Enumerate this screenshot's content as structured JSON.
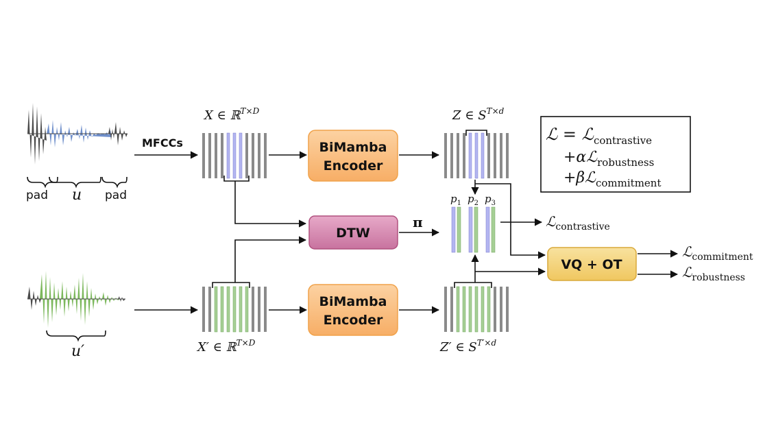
{
  "labels": {
    "mfccs": "MFCCs",
    "pad_left": "pad",
    "pad_right": "pad",
    "u": "u",
    "u_prime": "u′",
    "x_main": "X ∈ ℝ",
    "x_sup": "T×D",
    "xp_main": "X′ ∈ ℝ",
    "xp_sup": "T×D",
    "z_main": "Z ∈ S",
    "z_sup": "T×d",
    "zp_main": "Z′ ∈ S",
    "zp_sup": "T′×d",
    "pi": "π",
    "p1": "p",
    "p1_sub": "1",
    "p2": "p",
    "p2_sub": "2",
    "p3": "p",
    "p3_sub": "3",
    "loss_contrastive_L": "ℒ",
    "loss_contrastive_sub": "contrastive",
    "loss_commitment_L": "ℒ",
    "loss_commitment_sub": "commitment",
    "loss_robustness_L": "ℒ",
    "loss_robustness_sub": "robustness"
  },
  "boxes": {
    "encoder_top_line1": "BiMamba",
    "encoder_top_line2": "Encoder",
    "encoder_bottom_line1": "BiMamba",
    "encoder_bottom_line2": "Encoder",
    "dtw": "DTW",
    "vq_ot": "VQ + OT"
  },
  "equation": {
    "line1_L": "ℒ = ℒ",
    "line1_sub": "contrastive",
    "line2_pre": "+αℒ",
    "line2_sub": "robustness",
    "line3_pre": "+βℒ",
    "line3_sub": "commitment"
  },
  "colors": {
    "gray_frame": "#8a8a8a",
    "blue_frame": "#b3b5f0",
    "green_frame": "#a6cf95",
    "waveform_gray": "#4a4a4a",
    "waveform_blue": "#6f8fcb",
    "waveform_green": "#7cb85c",
    "encoder_fill": "#fbc48c",
    "encoder_stroke": "#f0a24a",
    "dtw_fill": "#d98fb3",
    "dtw_stroke": "#b0517f",
    "vq_fill": "#f5d883",
    "vq_stroke": "#d9a93a"
  }
}
